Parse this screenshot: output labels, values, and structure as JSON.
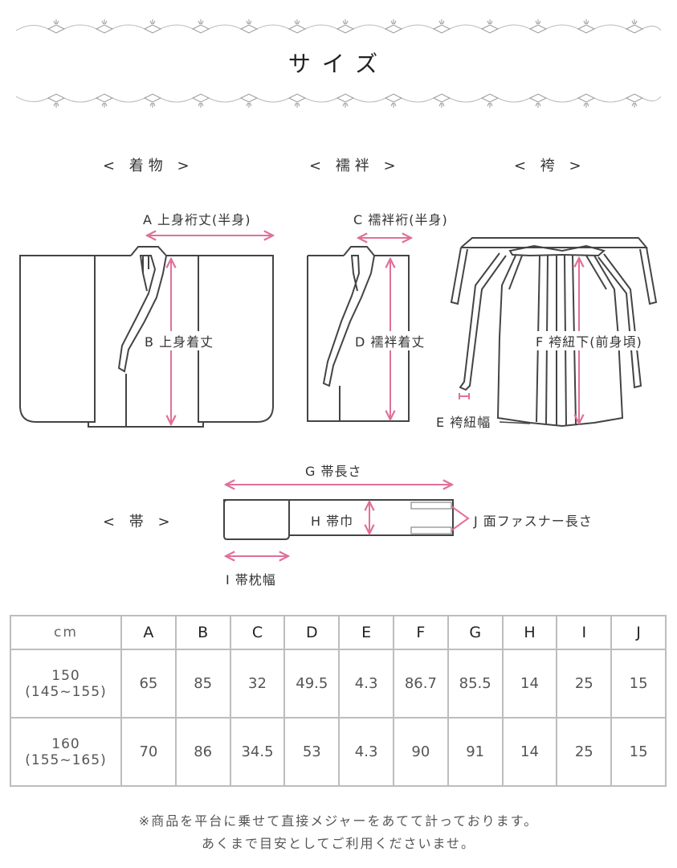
{
  "header": {
    "title": "サイズ"
  },
  "sections": {
    "kimono": "< 着物 >",
    "juban": "< 襦袢 >",
    "hakama": "< 袴 >",
    "obi": "< 帯 >"
  },
  "dimensions": {
    "A": "A 上身裄丈(半身)",
    "B": "B 上身着丈",
    "C": "C 襦袢裄(半身)",
    "D": "D 襦袢着丈",
    "E": "E 袴紐幅",
    "F": "F 袴紐下(前身頃)",
    "G": "G 帯長さ",
    "H": "H 帯巾",
    "I": "I 帯枕幅",
    "J": "J 面ファスナー長さ"
  },
  "colors": {
    "accent_pink": "#e0709a",
    "line": "#444444",
    "table_border": "#bdbdbd"
  },
  "table": {
    "unit": "cm",
    "columns": [
      "A",
      "B",
      "C",
      "D",
      "E",
      "F",
      "G",
      "H",
      "I",
      "J"
    ],
    "rows": [
      {
        "size": "150",
        "range": "(145~155)",
        "values": [
          "65",
          "85",
          "32",
          "49.5",
          "4.3",
          "86.7",
          "85.5",
          "14",
          "25",
          "15"
        ]
      },
      {
        "size": "160",
        "range": "(155~165)",
        "values": [
          "70",
          "86",
          "34.5",
          "53",
          "4.3",
          "90",
          "91",
          "14",
          "25",
          "15"
        ]
      }
    ]
  },
  "notes": {
    "line1": "※商品を平台に乗せて直接メジャーをあてて計っております。",
    "line2": "あくまで目安としてご利用くださいませ。"
  }
}
